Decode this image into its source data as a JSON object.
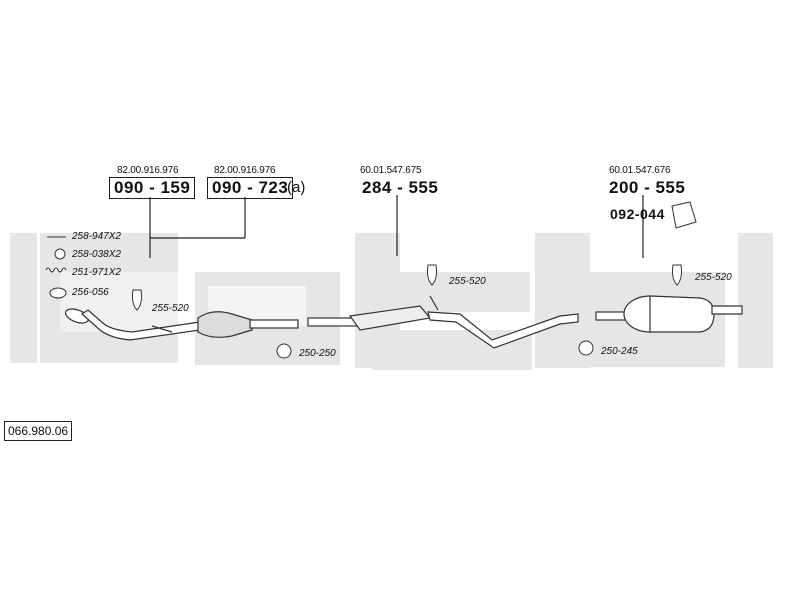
{
  "diagram": {
    "references": {
      "ref_090_159": "82.00.916.976",
      "ref_090_723": "82.00.916.976",
      "ref_284_555": "60.01.547.675",
      "ref_200_555": "60.01.547.676"
    },
    "parts": {
      "p_090_159": "090 - 159",
      "p_090_723": "090 - 723",
      "p_090_723_suffix": "(a)",
      "p_284_555": "284 - 555",
      "p_200_555": "200 - 555",
      "p_092_044": "092-044"
    },
    "accessories": {
      "a_258_947": "258-947X2",
      "a_258_038": "258-038X2",
      "a_251_971": "251-971X2",
      "a_256_056": "256-056",
      "a_255_520_front": "255-520",
      "a_250_250": "250-250",
      "a_255_520_mid": "255-520",
      "a_250_245": "250-245",
      "a_255_520_rear": "255-520"
    },
    "catalog_code": "066.980.06",
    "colors": {
      "background_bands": "#e6e6e6",
      "line": "#222222"
    }
  }
}
